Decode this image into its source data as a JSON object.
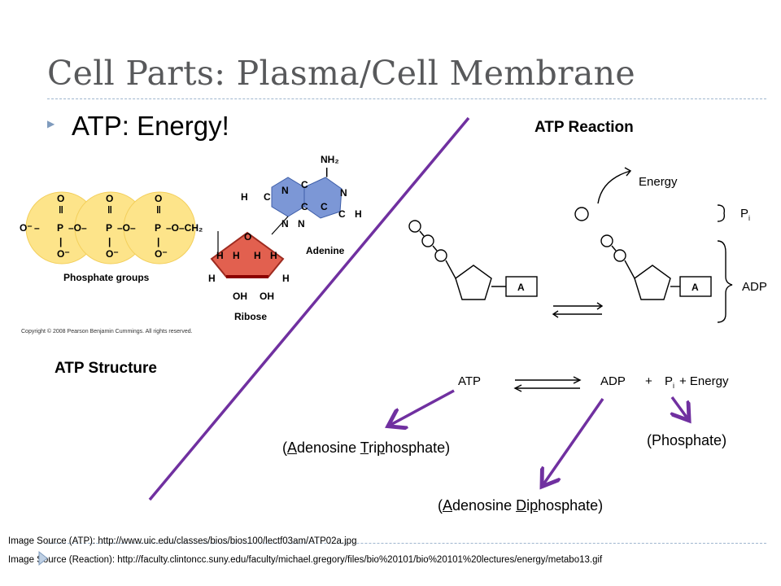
{
  "slide": {
    "title": "Cell Parts: Plasma/Cell Membrane",
    "bullet": "ATP: Energy!",
    "structure_label": "ATP Structure",
    "reaction_label": "ATP Reaction"
  },
  "structure_diagram": {
    "phosphate_label": "Phosphate groups",
    "ribose_label": "Ribose",
    "adenine_label": "Adenine",
    "copyright": "Copyright © 2008 Pearson Benjamin Cummings. All rights reserved."
  },
  "reaction_diagram": {
    "energy": "Energy",
    "pi": "P",
    "pi_sub": "i",
    "adp": "ADP",
    "box_a": "A"
  },
  "equation": {
    "atp": "ATP",
    "adp": "ADP",
    "plus": "+",
    "pi": "P",
    "pi_sub": "i",
    "energy": "+ Energy"
  },
  "annotations": {
    "atp_name": {
      "open": "(",
      "a": "A",
      "mid1": "denosine ",
      "t": "T",
      "mid2": "ri",
      "p": "p",
      "end": "hosphate)"
    },
    "adp_name": {
      "open": "(",
      "a": "A",
      "mid1": "denosine ",
      "d": "D",
      "mid2": "i",
      "p": "p",
      "end": "hosphate)"
    },
    "phosphate": "(Phosphate)"
  },
  "sources": [
    "Image Source (ATP): http://www.uic.edu/classes/bios/bios100/lectf03am/ATP02a.jpg",
    "Image Source (Reaction): http://faculty.clintoncc.suny.edu/faculty/michael.gregory/files/bio%20101/bio%20101%20lectures/energy/metabo13.gif"
  ],
  "colors": {
    "title": "#58595b",
    "accent_purple": "#7030a0",
    "phosphate_yellow": "#fde48a",
    "ribose_red": "#e2604f",
    "adenine_blue": "#7c97d6",
    "dashed_rule": "#9fb6cf"
  }
}
